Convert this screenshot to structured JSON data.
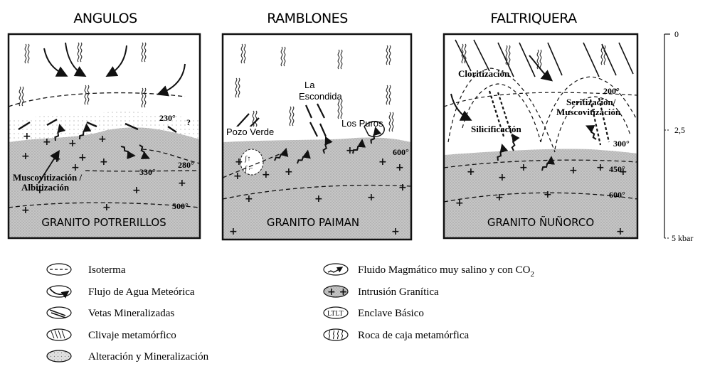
{
  "panels": [
    {
      "title": "ANGULOS",
      "granite": "GRANITO  POTRERILLOS",
      "labels": {
        "alteration_1": "Muscovitización /",
        "alteration_2": "Albitización"
      },
      "isotherms": [
        "230°",
        "?",
        "280°",
        "330°",
        "500°"
      ]
    },
    {
      "title": "RAMBLONES",
      "granite": "GRANITO  PAIMAN",
      "labels": {
        "la_escondida_1": "La",
        "la_escondida_2": "Escondida",
        "pozo_verde": "Pozo  Verde",
        "los_puros": "Los Puros"
      },
      "isotherms": [
        "600°"
      ]
    },
    {
      "title": "FALTRIQUERA",
      "granite": "GRANITO  ÑUÑORCO",
      "labels": {
        "cloritizacion": "Cloritización",
        "seritizacion": "Seritización/",
        "muscovitizacion": "Muscovitización",
        "silicificacion": "Silicificación"
      },
      "isotherms": [
        "200°",
        "300°",
        "450°",
        "600°"
      ]
    }
  ],
  "pressure_scale": {
    "top": "0",
    "middle": "2,5",
    "bottom": "5 kbar"
  },
  "legend": [
    {
      "icon": "isotherm-icon",
      "label": "Isoterma"
    },
    {
      "icon": "meteoric-flow-icon",
      "label": "Flujo de Agua Meteórica"
    },
    {
      "icon": "mineralized-veins-icon",
      "label": "Vetas Mineralizadas"
    },
    {
      "icon": "metamorphic-cleavage-icon",
      "label": "Clivaje metamórfico"
    },
    {
      "icon": "alteration-icon",
      "label": "Alteración y Mineralización"
    },
    {
      "icon": "magmatic-fluid-icon",
      "label": "Fluido  Magmático  muy salino  y  con  CO",
      "subscript": "2"
    },
    {
      "icon": "granitic-intrusion-icon",
      "label": "Intrusión Granítica"
    },
    {
      "icon": "basic-enclave-icon",
      "label": "Enclave Básico"
    },
    {
      "icon": "metamorphic-wall-rock-icon",
      "label": "Roca  de  caja metamórfica"
    }
  ],
  "colors": {
    "ink": "#111111",
    "granite_fill": "#c9c9c9",
    "alteration_fill": "#dadada"
  }
}
